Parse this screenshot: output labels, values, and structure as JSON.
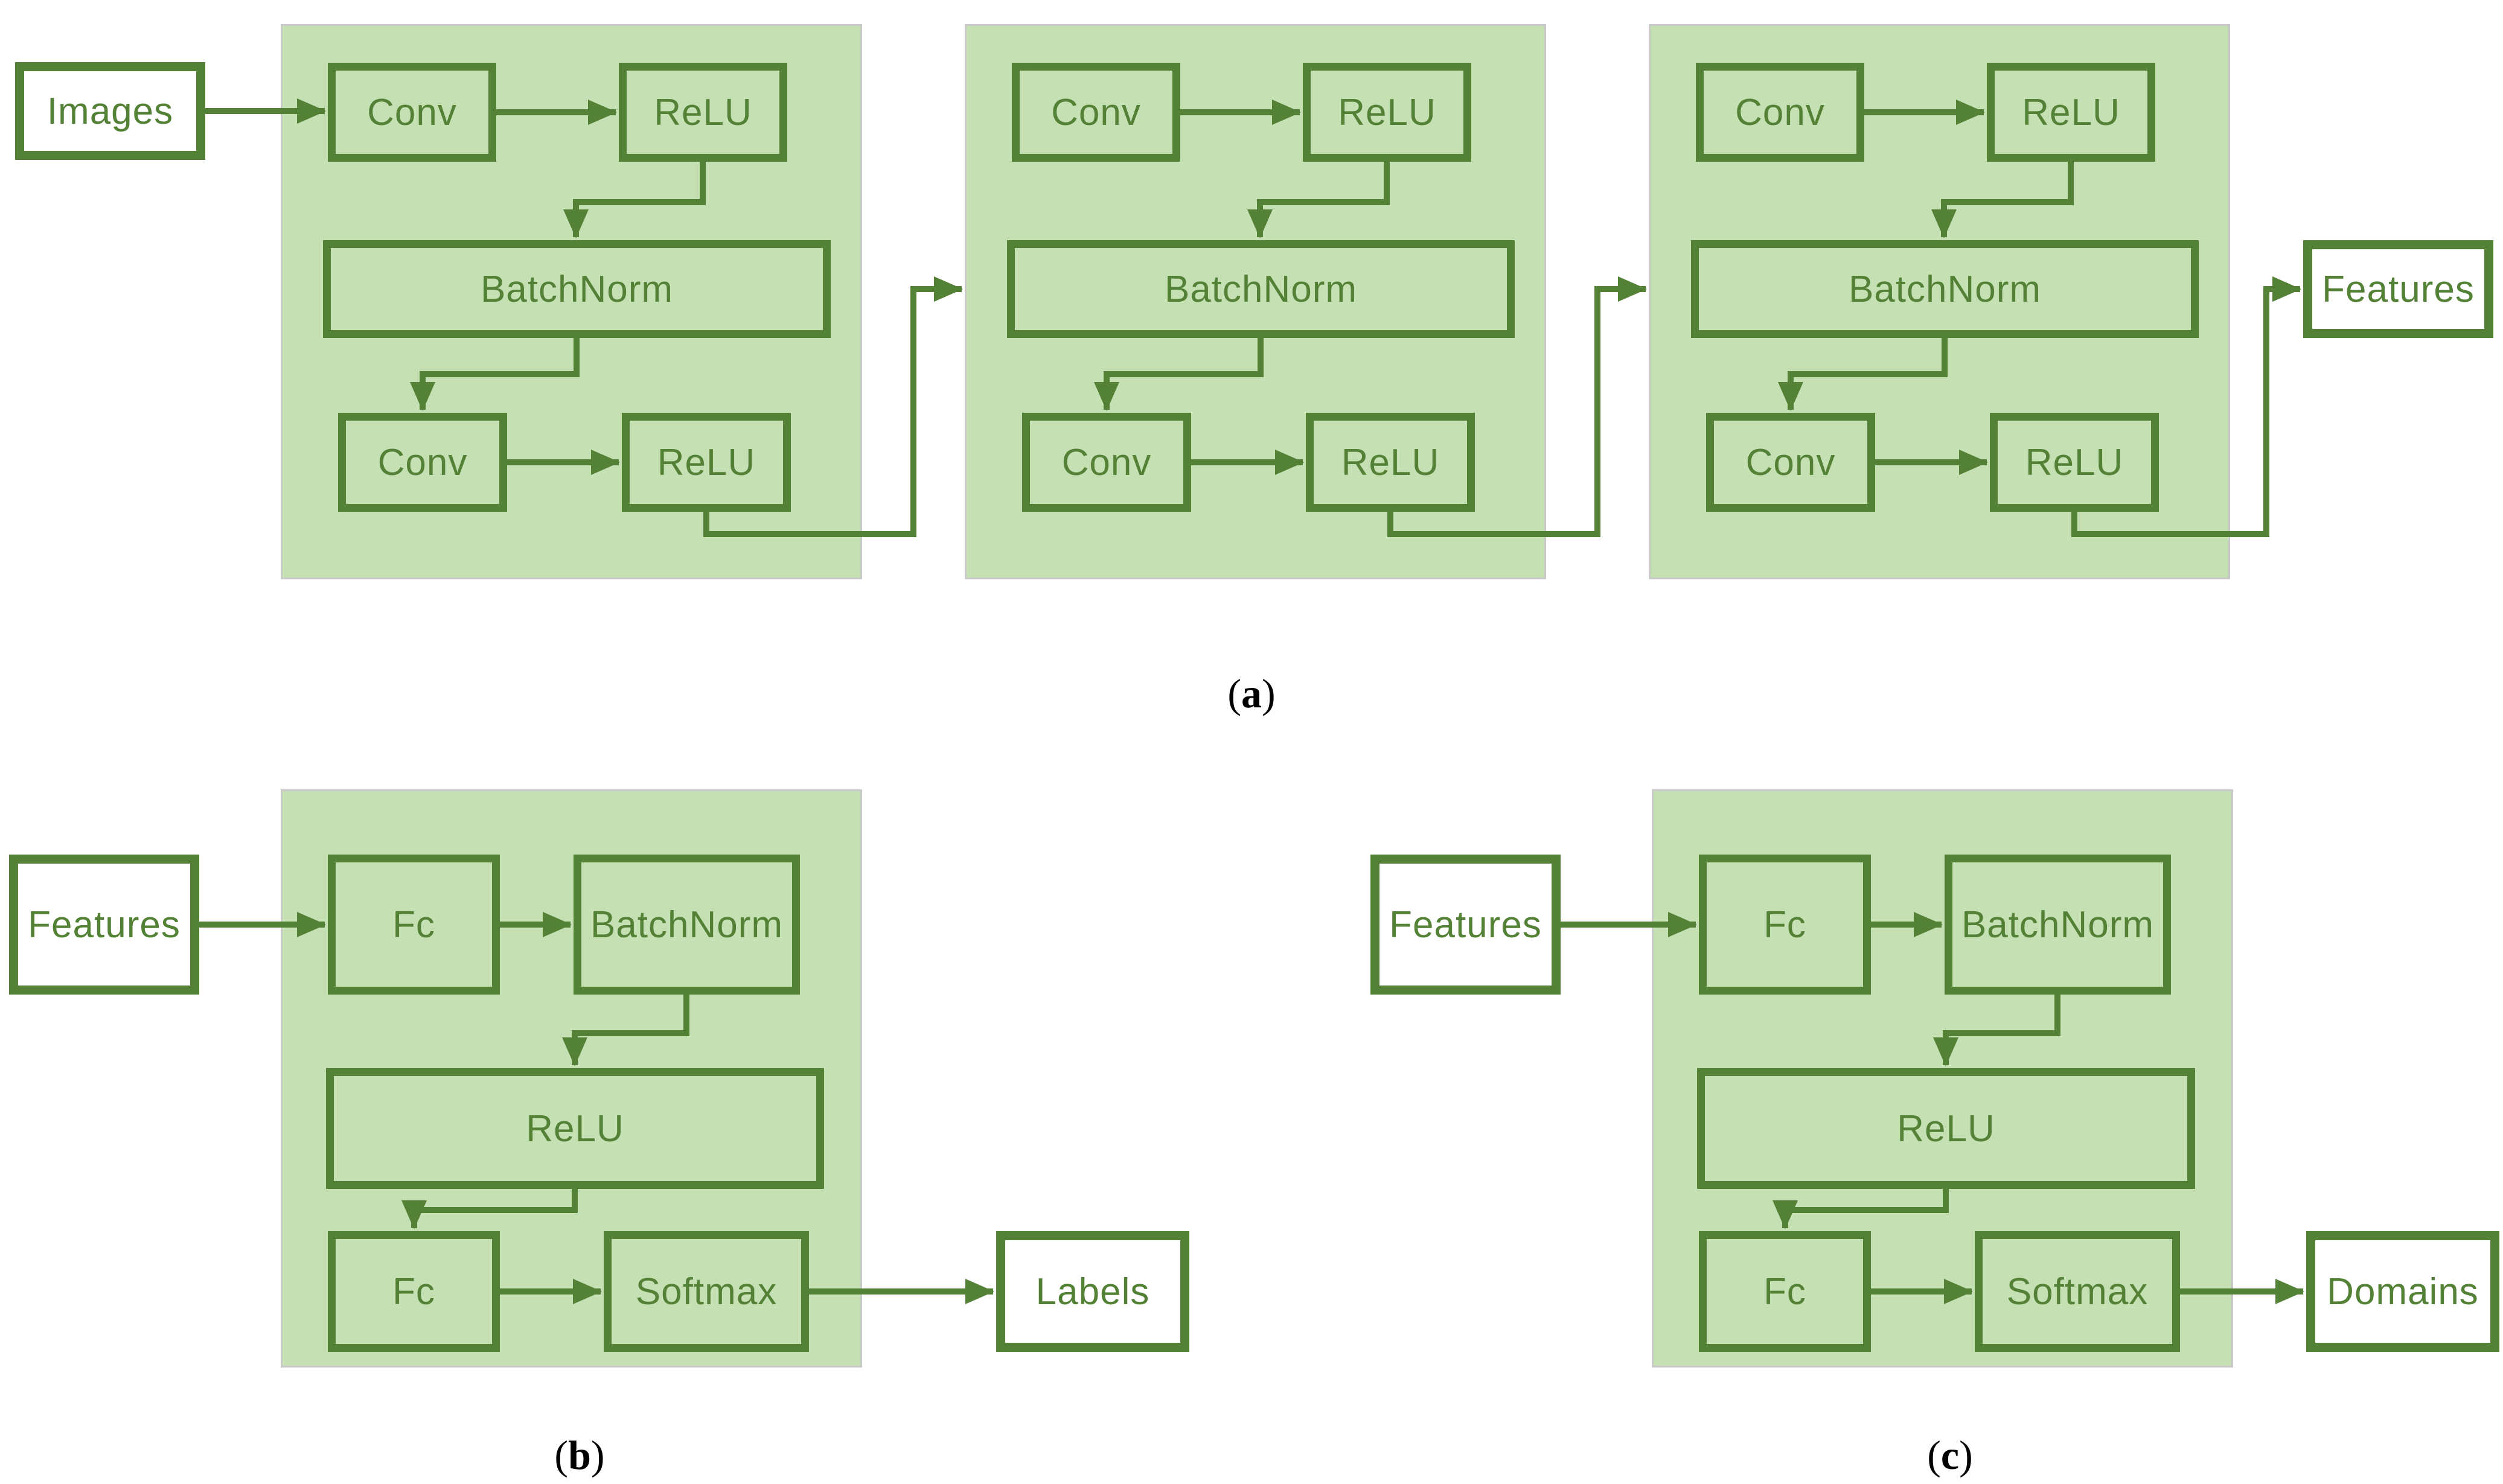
{
  "colors": {
    "stroke": "#538135",
    "panel_fill": "#c5e0b3",
    "node_fill": "#c5e0b3",
    "io_fill": "#ffffff",
    "panel_border": "#c9c9c9",
    "caption_color": "#000000",
    "background": "#ffffff"
  },
  "diagram_a": {
    "input_label": "Images",
    "output_label": "Features",
    "blocks": [
      {
        "conv_top": "Conv",
        "relu_top": "ReLU",
        "batchnorm": "BatchNorm",
        "conv_bottom": "Conv",
        "relu_bottom": "ReLU"
      },
      {
        "conv_top": "Conv",
        "relu_top": "ReLU",
        "batchnorm": "BatchNorm",
        "conv_bottom": "Conv",
        "relu_bottom": "ReLU"
      },
      {
        "conv_top": "Conv",
        "relu_top": "ReLU",
        "batchnorm": "BatchNorm",
        "conv_bottom": "Conv",
        "relu_bottom": "ReLU"
      }
    ],
    "caption": {
      "open": "(",
      "letter": "a",
      "close": ")"
    }
  },
  "diagram_b": {
    "input_label": "Features",
    "fc_top": "Fc",
    "batchnorm": "BatchNorm",
    "relu": "ReLU",
    "fc_bottom": "Fc",
    "softmax": "Softmax",
    "output_label": "Labels",
    "caption": {
      "open": "(",
      "letter": "b",
      "close": ")"
    }
  },
  "diagram_c": {
    "input_label": "Features",
    "fc_top": "Fc",
    "batchnorm": "BatchNorm",
    "relu": "ReLU",
    "fc_bottom": "Fc",
    "softmax": "Softmax",
    "output_label": "Domains",
    "caption": {
      "open": "(",
      "letter": "c",
      "close": ")"
    }
  }
}
